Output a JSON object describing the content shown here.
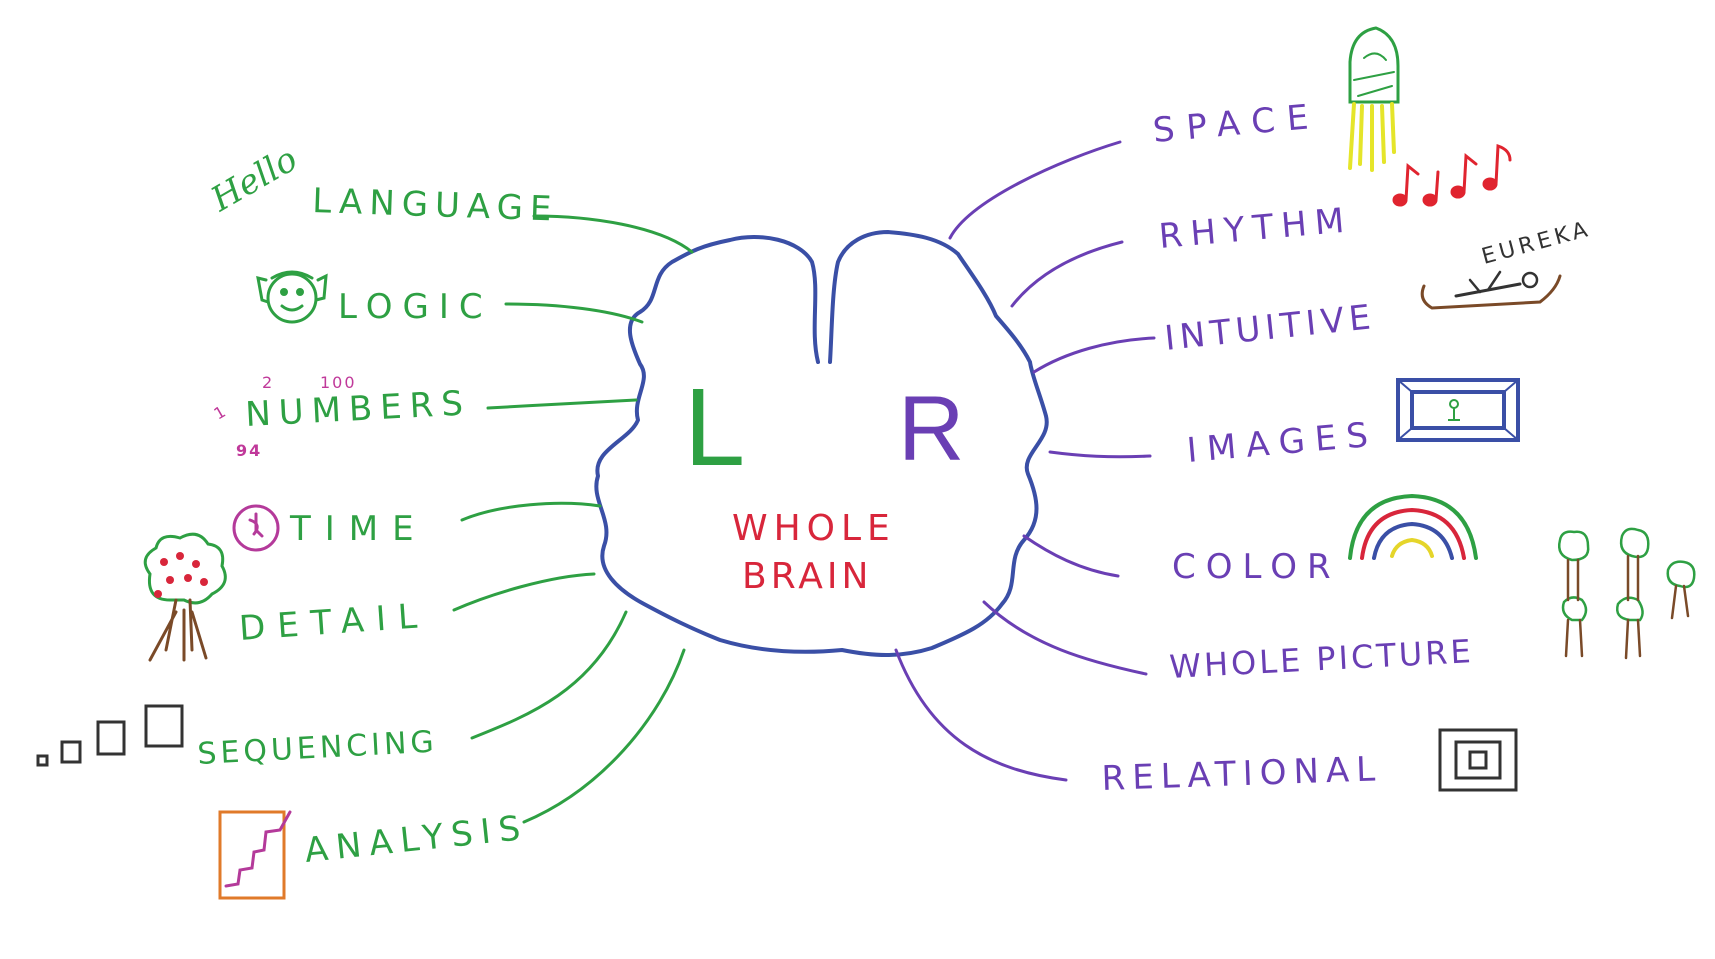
{
  "colors": {
    "left": "#2ea043",
    "right": "#6a3fb4",
    "brain": "#3a4fa6",
    "center_text": "#d8263b",
    "numbers_pink": "#c0399a",
    "music": "#e0242f",
    "rocket_yellow": "#e5e52a",
    "rainbow_red": "#d8263b",
    "rainbow_blue": "#3a4fa6",
    "rainbow_yellow": "#e5d52a",
    "tree_trunk": "#7a4a28",
    "chart_orange": "#e07a2a",
    "chart_line": "#b43a9a",
    "eureka_tub": "#7a4a28",
    "grey": "#555555"
  },
  "brain": {
    "left_letter": "L",
    "right_letter": "R",
    "center_line1": "WHOLE",
    "center_line2": "BRAIN"
  },
  "left_labels": [
    "LANGUAGE",
    "LOGIC",
    "NUMBERS",
    "TIME",
    "DETAIL",
    "SEQUENCING",
    "ANALYSIS"
  ],
  "right_labels": [
    "SPACE",
    "RHYTHM",
    "INTUITIVE",
    "IMAGES",
    "COLOR",
    "WHOLE PICTURE",
    "RELATIONAL"
  ],
  "annotations": {
    "hello": "Hello",
    "eureka": "EUREKA",
    "num_2": "2",
    "num_100": "100",
    "num_1": "1",
    "num_94": "94"
  },
  "icons": {
    "language": "hello-scribble",
    "logic": "face-icon",
    "time": "clock-icon",
    "detail": "apple-tree-icon",
    "sequencing": "growing-squares-icon",
    "analysis": "step-chart-icon",
    "space": "rocket-icon",
    "rhythm": "music-notes-icon",
    "intuitive": "bathtub-eureka-icon",
    "images": "framed-picture-icon",
    "color": "rainbow-icon",
    "whole_picture": "forest-icon",
    "relational": "nested-squares-icon"
  }
}
